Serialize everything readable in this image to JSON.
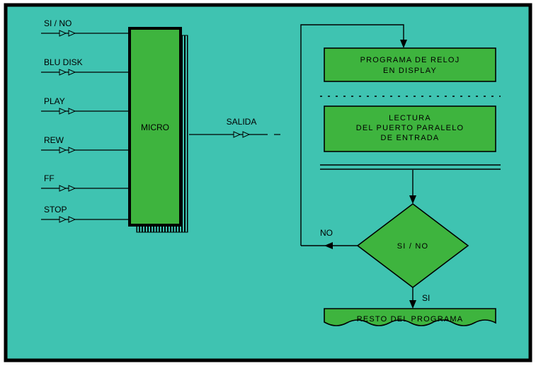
{
  "colors": {
    "background": "#3fc3b1",
    "box_green": "#3eb43e",
    "line": "#000000"
  },
  "micro": {
    "label": "MICRO"
  },
  "inputs": [
    "SI / NO",
    "BLU DISK",
    "PLAY",
    "REW",
    "FF",
    "STOP"
  ],
  "output": {
    "label": "SALIDA"
  },
  "flow": {
    "box1": {
      "lines": [
        "PROGRAMA DE RELOJ",
        "EN DISPLAY"
      ]
    },
    "box2": {
      "lines": [
        "LECTURA",
        "DEL PUERTO PARALELO",
        "DE ENTRADA"
      ]
    },
    "decision": {
      "label": "SI / NO",
      "no_label": "NO",
      "si_label": "SI"
    },
    "box3": {
      "label": "RESTO DEL PROGRAMA"
    }
  }
}
